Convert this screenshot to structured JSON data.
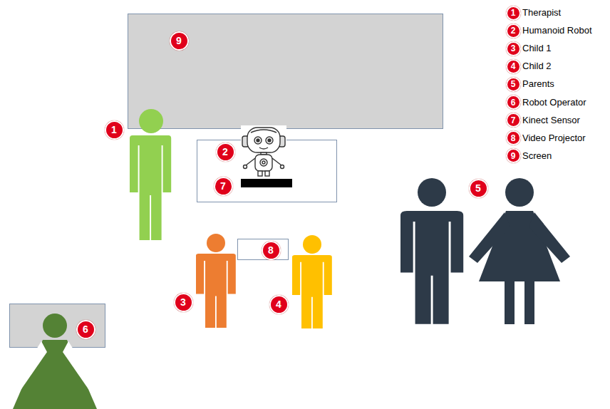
{
  "diagram": {
    "nodes": [
      {
        "text": [
          "9"
        ]
      },
      {
        "text": [
          "2",
          "7"
        ]
      },
      {
        "text": [
          "8"
        ]
      },
      {
        "text": [
          "6"
        ]
      }
    ],
    "labels": [
      "1",
      "3",
      "4",
      "5",
      "1",
      "2",
      "3",
      "4",
      "5",
      "6",
      "7",
      "8",
      "9"
    ],
    "legend": [
      {
        "text": "Therapist"
      },
      {
        "text": "Humanoid Robot"
      },
      {
        "text": "Child 1"
      },
      {
        "text": "Child 2"
      },
      {
        "text": "Parents"
      },
      {
        "text": "Robot Operator"
      },
      {
        "text": "Kinect Sensor"
      },
      {
        "text": "Video Projector"
      },
      {
        "text": "Screen"
      }
    ]
  }
}
